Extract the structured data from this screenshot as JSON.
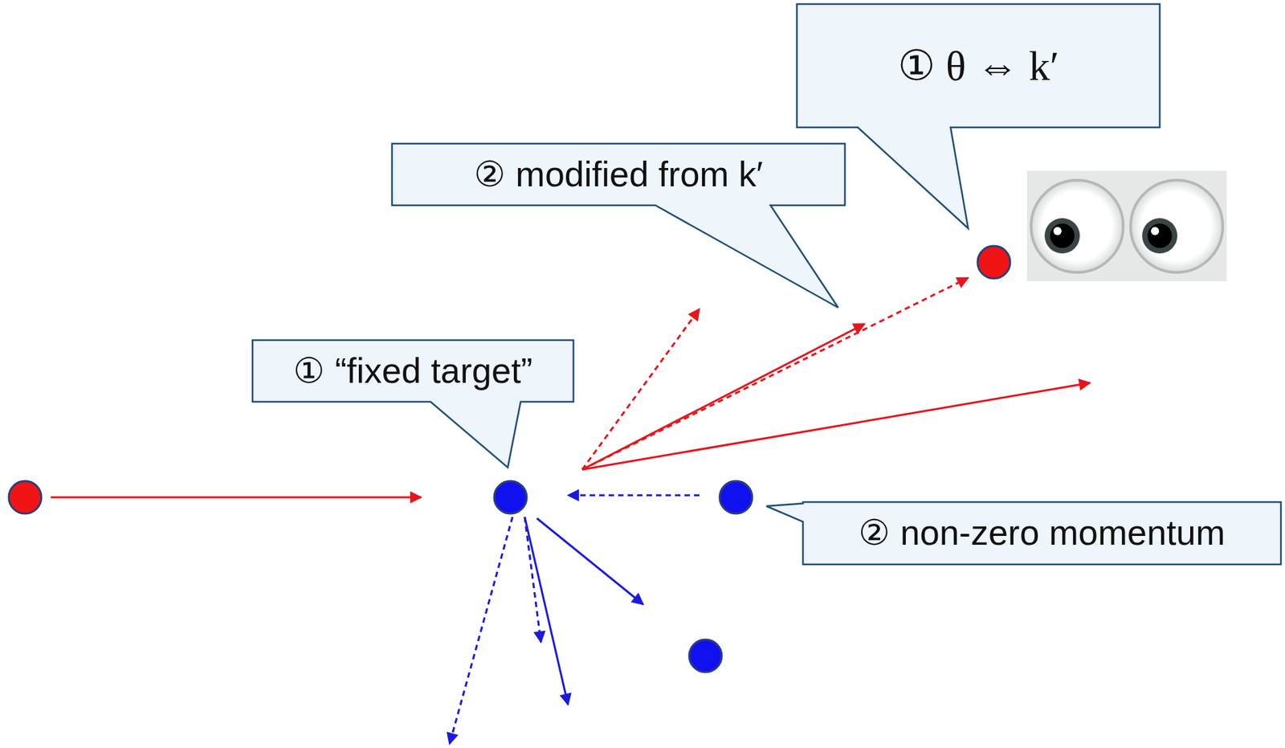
{
  "diagram": {
    "nodes": [
      {
        "text": [
          "① θ ⇔ k′"
        ]
      },
      {
        "text": [
          "② modified from k′"
        ]
      },
      {
        "text": [
          "① “fixed target”"
        ]
      },
      {
        "text": [
          "② non-zero momentum"
        ]
      }
    ]
  }
}
